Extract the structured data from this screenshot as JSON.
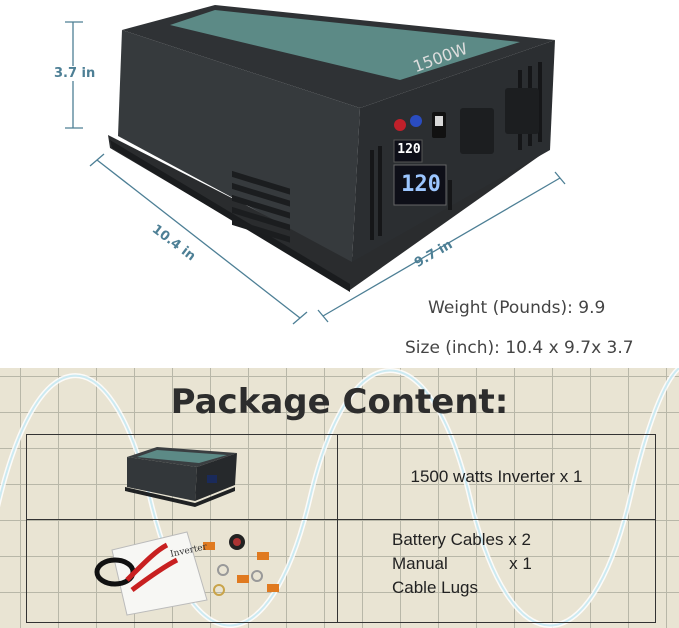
{
  "dimensions": {
    "height": "3.7 in",
    "length": "10.4 in",
    "width": "9.7 in"
  },
  "product_face": {
    "power_label": "1500W",
    "display_small": "120",
    "display_large": "120"
  },
  "specs": {
    "weight": "Weight (Pounds):  9.9",
    "size": "Size (inch): 10.4 x 9.7x 3.7"
  },
  "package": {
    "title": "Package Content:",
    "rows": [
      {
        "text": "1500 watts Inverter x 1"
      },
      {
        "lines": [
          "Battery Cables x 2",
          "Manual             x 1",
          "Cable Lugs"
        ]
      }
    ]
  },
  "manual_cover": "Inverter"
}
